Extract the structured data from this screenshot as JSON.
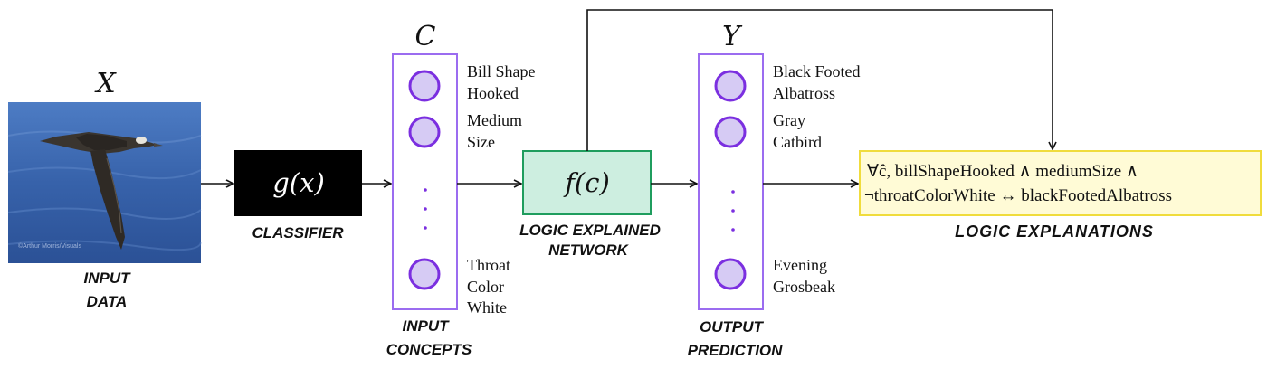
{
  "input": {
    "symbol": "X",
    "caption_line1": "INPUT",
    "caption_line2": "DATA",
    "photo_watermark": "©Arthur Morris/Visuals"
  },
  "classifier": {
    "function": "g(x)",
    "caption": "CLASSIFIER"
  },
  "concepts": {
    "symbol": "C",
    "caption_line1": "INPUT",
    "caption_line2": "CONCEPTS",
    "items": [
      {
        "lines": [
          "Bill Shape",
          "Hooked"
        ]
      },
      {
        "lines": [
          "Medium",
          "Size"
        ]
      },
      {
        "lines": [
          "Throat",
          "Color",
          "White"
        ]
      }
    ]
  },
  "len": {
    "function": "f(c)",
    "caption_line1": "LOGIC EXPLAINED",
    "caption_line2": "NETWORK"
  },
  "output": {
    "symbol": "Y",
    "caption_line1": "OUTPUT",
    "caption_line2": "PREDICTION",
    "items": [
      {
        "lines": [
          "Black Footed",
          "Albatross"
        ]
      },
      {
        "lines": [
          "Gray",
          "Catbird"
        ]
      },
      {
        "lines": [
          "Evening",
          "Grosbeak"
        ]
      }
    ]
  },
  "explanation": {
    "line1": "∀ĉ, billShapeHooked  ∧ mediumSize ∧",
    "line2": "¬throatColorWhite ↔ blackFootedAlbatross",
    "caption": "LOGIC  EXPLANATIONS"
  },
  "colors": {
    "node_stroke": "#7b2fe0",
    "node_fill": "#d6cbf4",
    "column_stroke": "#9b6cf0",
    "classifier_bg": "#000000",
    "len_fill": "#cdeee0",
    "len_stroke": "#1f9d5e",
    "explanation_fill": "#fffbd6",
    "explanation_stroke": "#f0dc3c",
    "sky_blue": "#3c69b0"
  }
}
